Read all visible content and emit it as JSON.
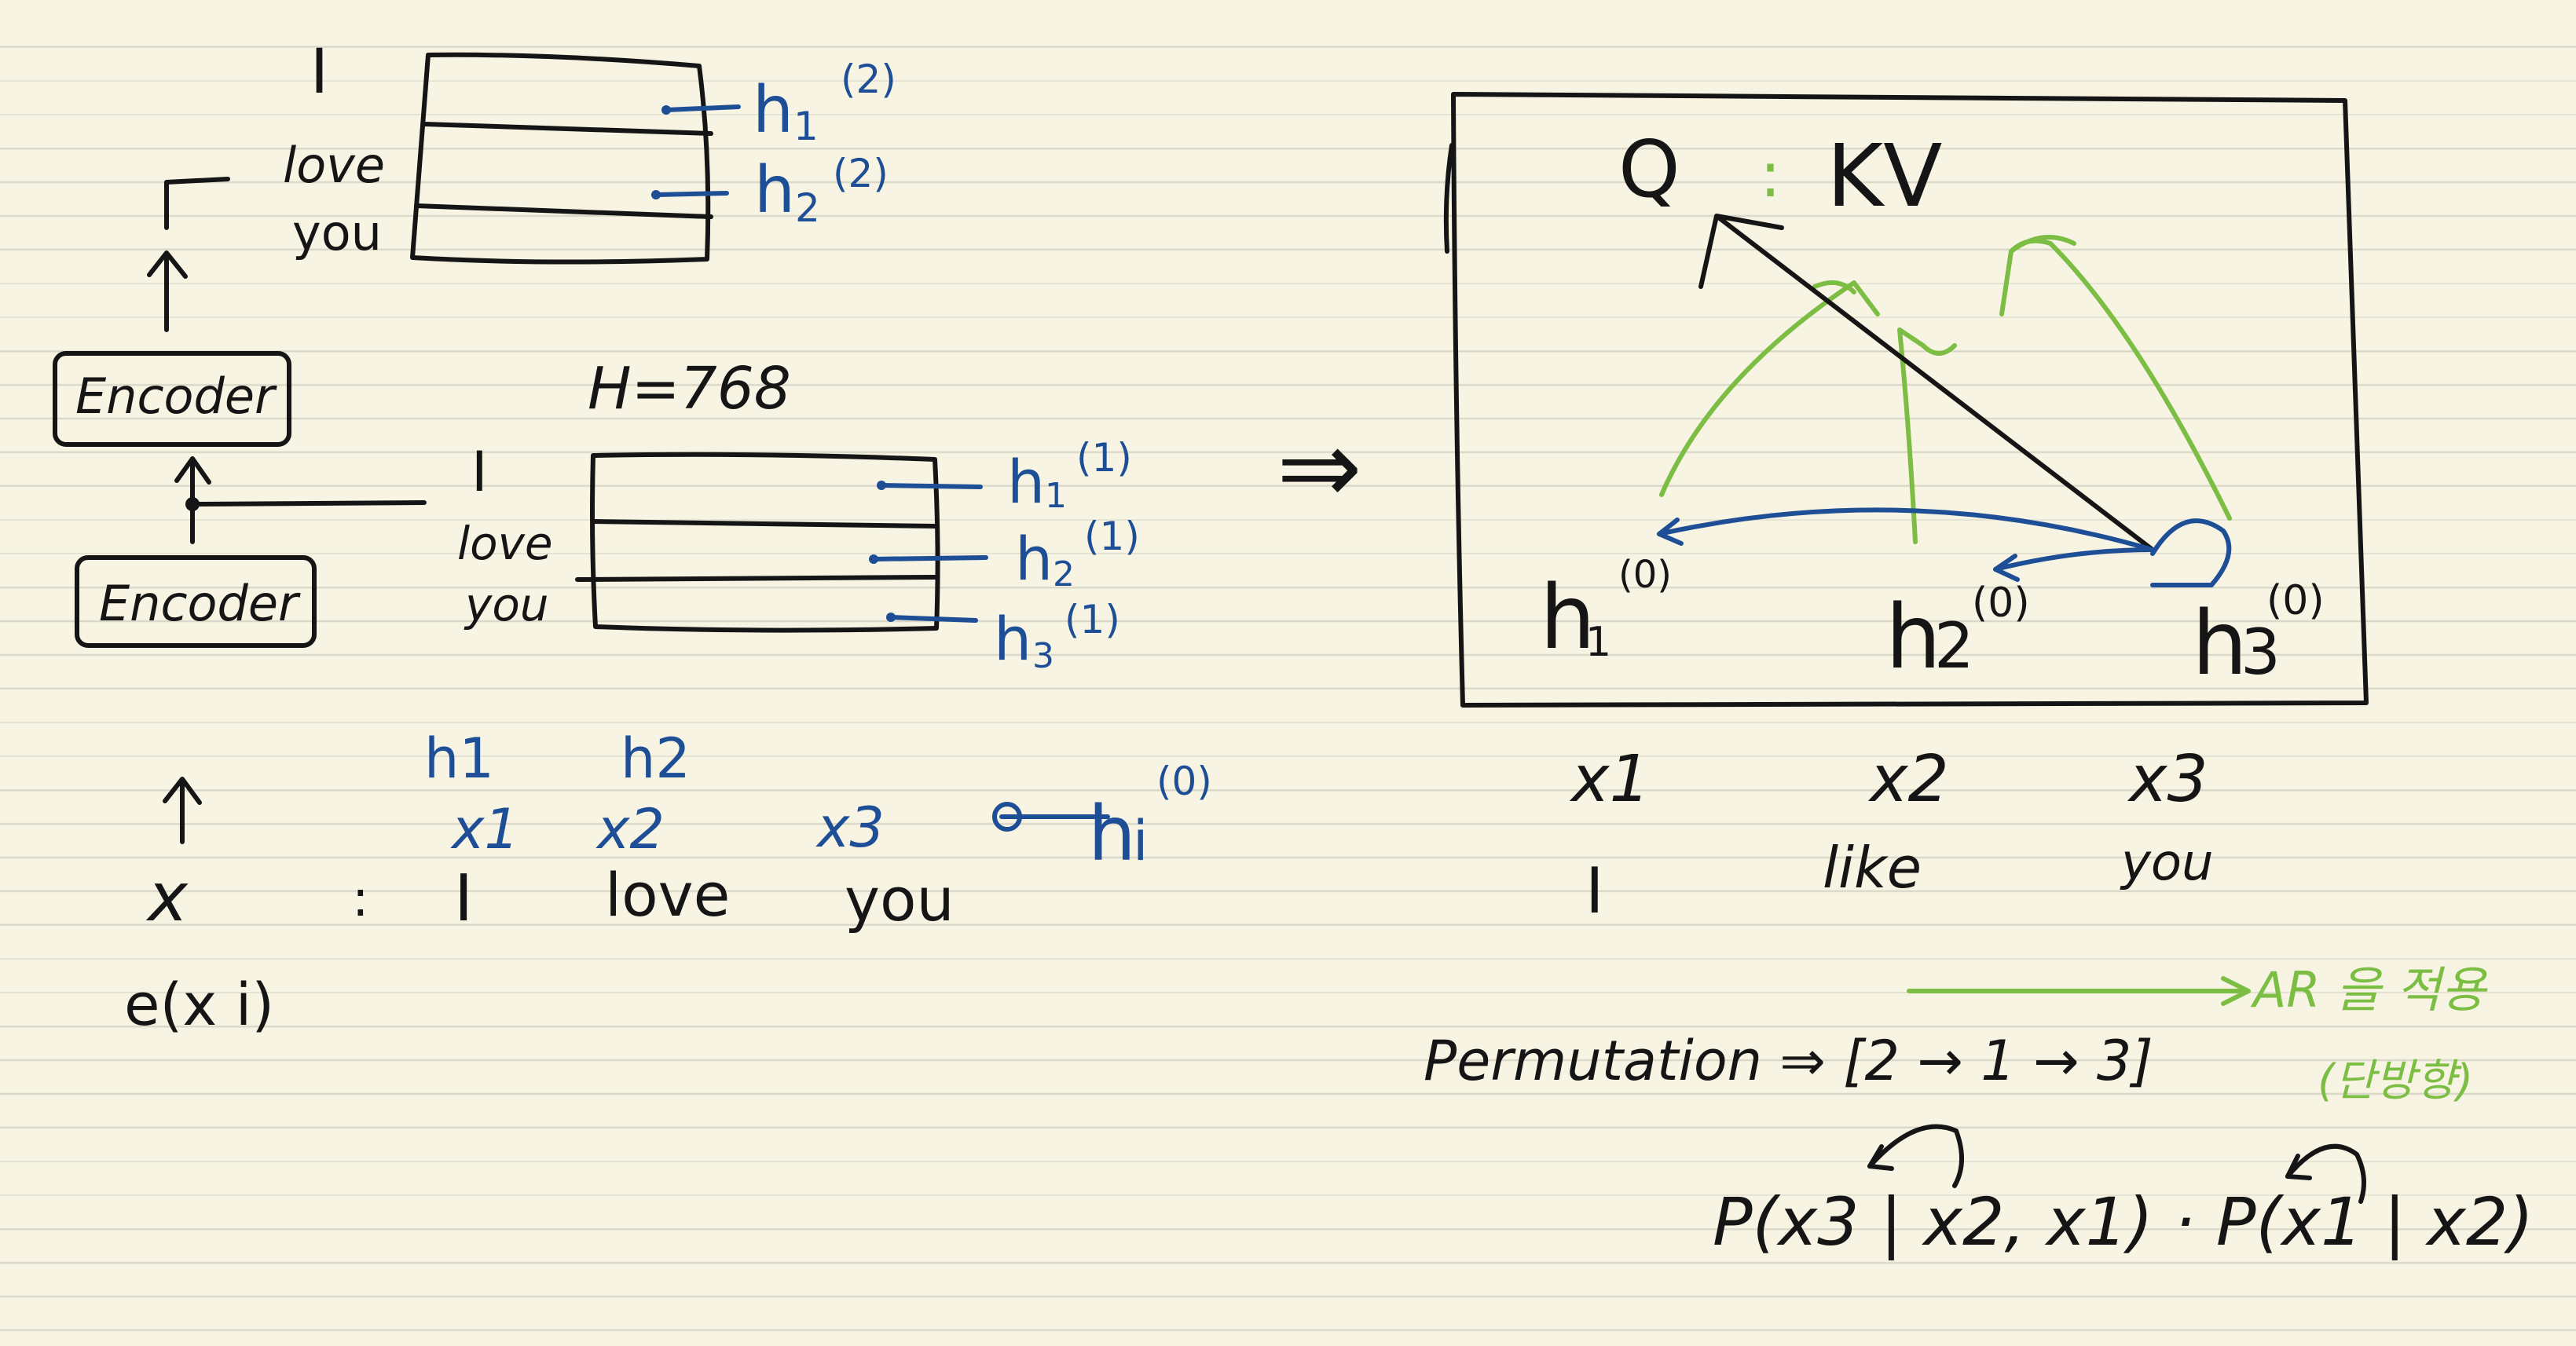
{
  "colors": {
    "paper": "#f7f4e3",
    "ink": "#151515",
    "blue_ink": "#1e4e96",
    "green_ink": "#7cbd43"
  },
  "left": {
    "top_table": {
      "rows": [
        "I",
        "love",
        "you"
      ],
      "outputs": [
        "h",
        "h"
      ],
      "subs": [
        "1",
        "2"
      ],
      "sups": [
        "(2)",
        "(2)"
      ]
    },
    "encoder_top": "Encoder",
    "encoder_bottom": "Encoder",
    "mid_table": {
      "dim": "H=768",
      "rows": [
        "I",
        "love",
        "you"
      ],
      "outputs": [
        "h",
        "h",
        "h"
      ],
      "subs": [
        "1",
        "2",
        "3"
      ],
      "sups": [
        "(1)",
        "(1)",
        "(1)"
      ]
    },
    "hidden_labels": [
      "h1",
      "h2"
    ],
    "x_vars": [
      "x1",
      "x2",
      "x3"
    ],
    "hi": {
      "h": "h",
      "i": "i",
      "sup": "(0)"
    },
    "x_symbol": "x",
    "colon": ":",
    "tokens": [
      "I",
      "love",
      "you"
    ],
    "embedding": "e(x i)"
  },
  "implies": "⇒",
  "right": {
    "header": {
      "q": "Q",
      "colon": ":",
      "kv": "KV"
    },
    "nodes": [
      {
        "h": "h",
        "sub": "1",
        "sup": "(0)"
      },
      {
        "h": "h",
        "sub": "2",
        "sup": "(0)"
      },
      {
        "h": "h",
        "sub": "3",
        "sup": "(0)"
      }
    ],
    "x_vars": [
      "x1",
      "x2",
      "x3"
    ],
    "tokens": [
      "I",
      "like",
      "you"
    ],
    "permutation": "Permutation ⇒ [2 → 1 → 3]",
    "note": "AR 을 적용",
    "note2": "(단방향)",
    "formula": "P(x3 | x2, x1) · P(x1 | x2)"
  }
}
